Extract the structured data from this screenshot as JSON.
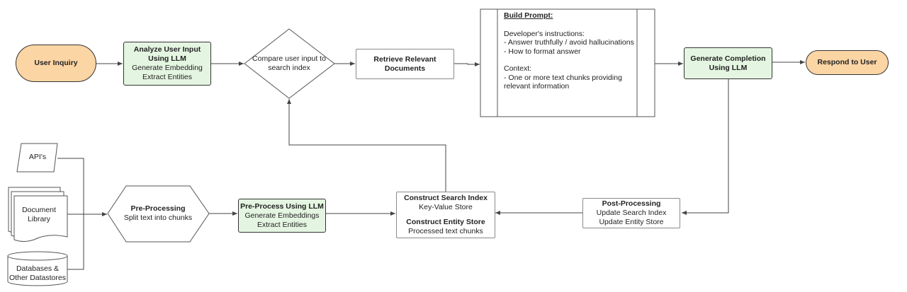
{
  "nodes": {
    "user_inquiry": "User Inquiry",
    "analyze": {
      "title": "Analyze User Input Using LLM",
      "lines": [
        "Generate Embedding",
        "Extract Entities"
      ]
    },
    "compare": "Compare user input to search index",
    "retrieve": "Retrieve Relevant Documents",
    "build_prompt": {
      "title": "Build Prompt:",
      "dev_label": "Developer's instructions:",
      "dev_items": [
        "- Answer truthfully / avoid hallucinations",
        "- How to format answer"
      ],
      "context_label": "Context:",
      "context_items": [
        "- One or more text chunks providing relevant information"
      ]
    },
    "generate": "Generate Completion Using LLM",
    "respond": "Respond to User",
    "apis": "API's",
    "doc_library": "Document Library",
    "databases": "Databases & Other Datastores",
    "preprocessing": {
      "title": "Pre-Processing",
      "sub": "Split text into chunks"
    },
    "preprocess_llm": {
      "title": "Pre-Process Using LLM",
      "lines": [
        "Generate Embeddings",
        "Extract Entities"
      ]
    },
    "construct": {
      "index_title": "Construct Search Index",
      "index_sub": "Key-Value Store",
      "entity_title": "Construct Entity Store",
      "entity_sub": "Processed text chunks"
    },
    "postprocessing": {
      "title": "Post-Processing",
      "lines": [
        "Update Search Index",
        "Update Entity Store"
      ]
    }
  },
  "colors": {
    "pill_fill": "#fcd5a4",
    "green_fill": "#e4f6e1",
    "border": "#333333",
    "line": "#444444"
  }
}
